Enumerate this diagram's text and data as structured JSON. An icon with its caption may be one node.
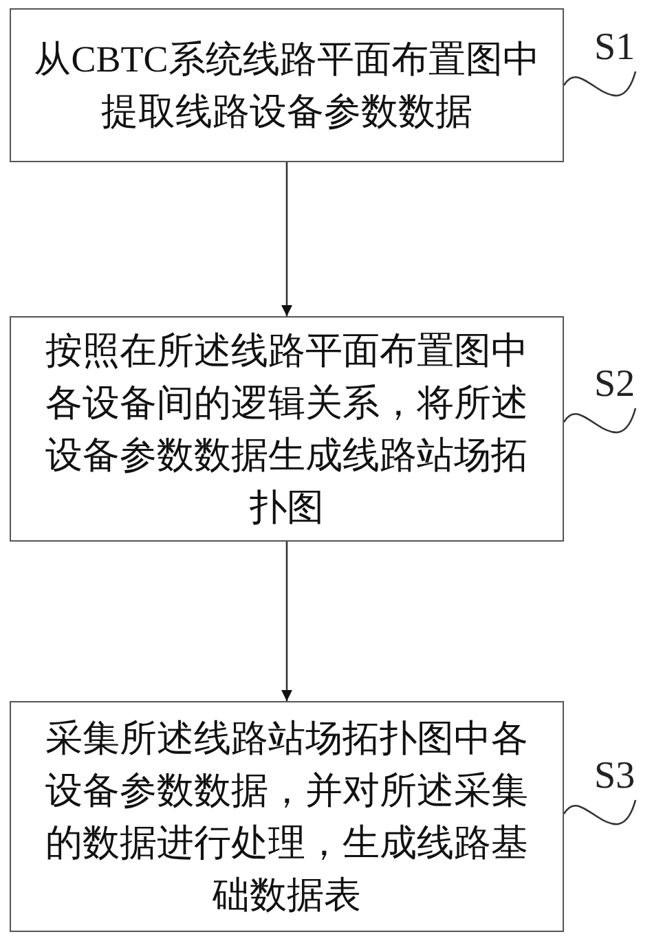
{
  "diagram": {
    "nodes": [
      {
        "text": [
          "从CBTC系统线路平面布置图中提取线路设备参数数据"
        ]
      },
      {
        "text": [
          "按照在所述线路平面布置图中各设备间的逻辑关系，将所述设备参数数据生成线路站场拓扑图"
        ]
      },
      {
        "text": [
          "采集所述线路站场拓扑图中各设备参数数据，并对所述采集的数据进行处理，生成线路基础数据表"
        ]
      },
      {
        "text": [
          "S1"
        ]
      },
      {
        "text": [
          "S2"
        ]
      },
      {
        "text": [
          "S3"
        ]
      }
    ],
    "edges": [
      {
        "from": 0,
        "to": 1,
        "arrow": "to"
      },
      {
        "from": 1,
        "to": 2,
        "arrow": "to"
      },
      {
        "from": 3,
        "to": 0,
        "arrow": "none"
      },
      {
        "from": 4,
        "to": 1,
        "arrow": "none"
      },
      {
        "from": 5,
        "to": 2,
        "arrow": "none"
      }
    ]
  }
}
